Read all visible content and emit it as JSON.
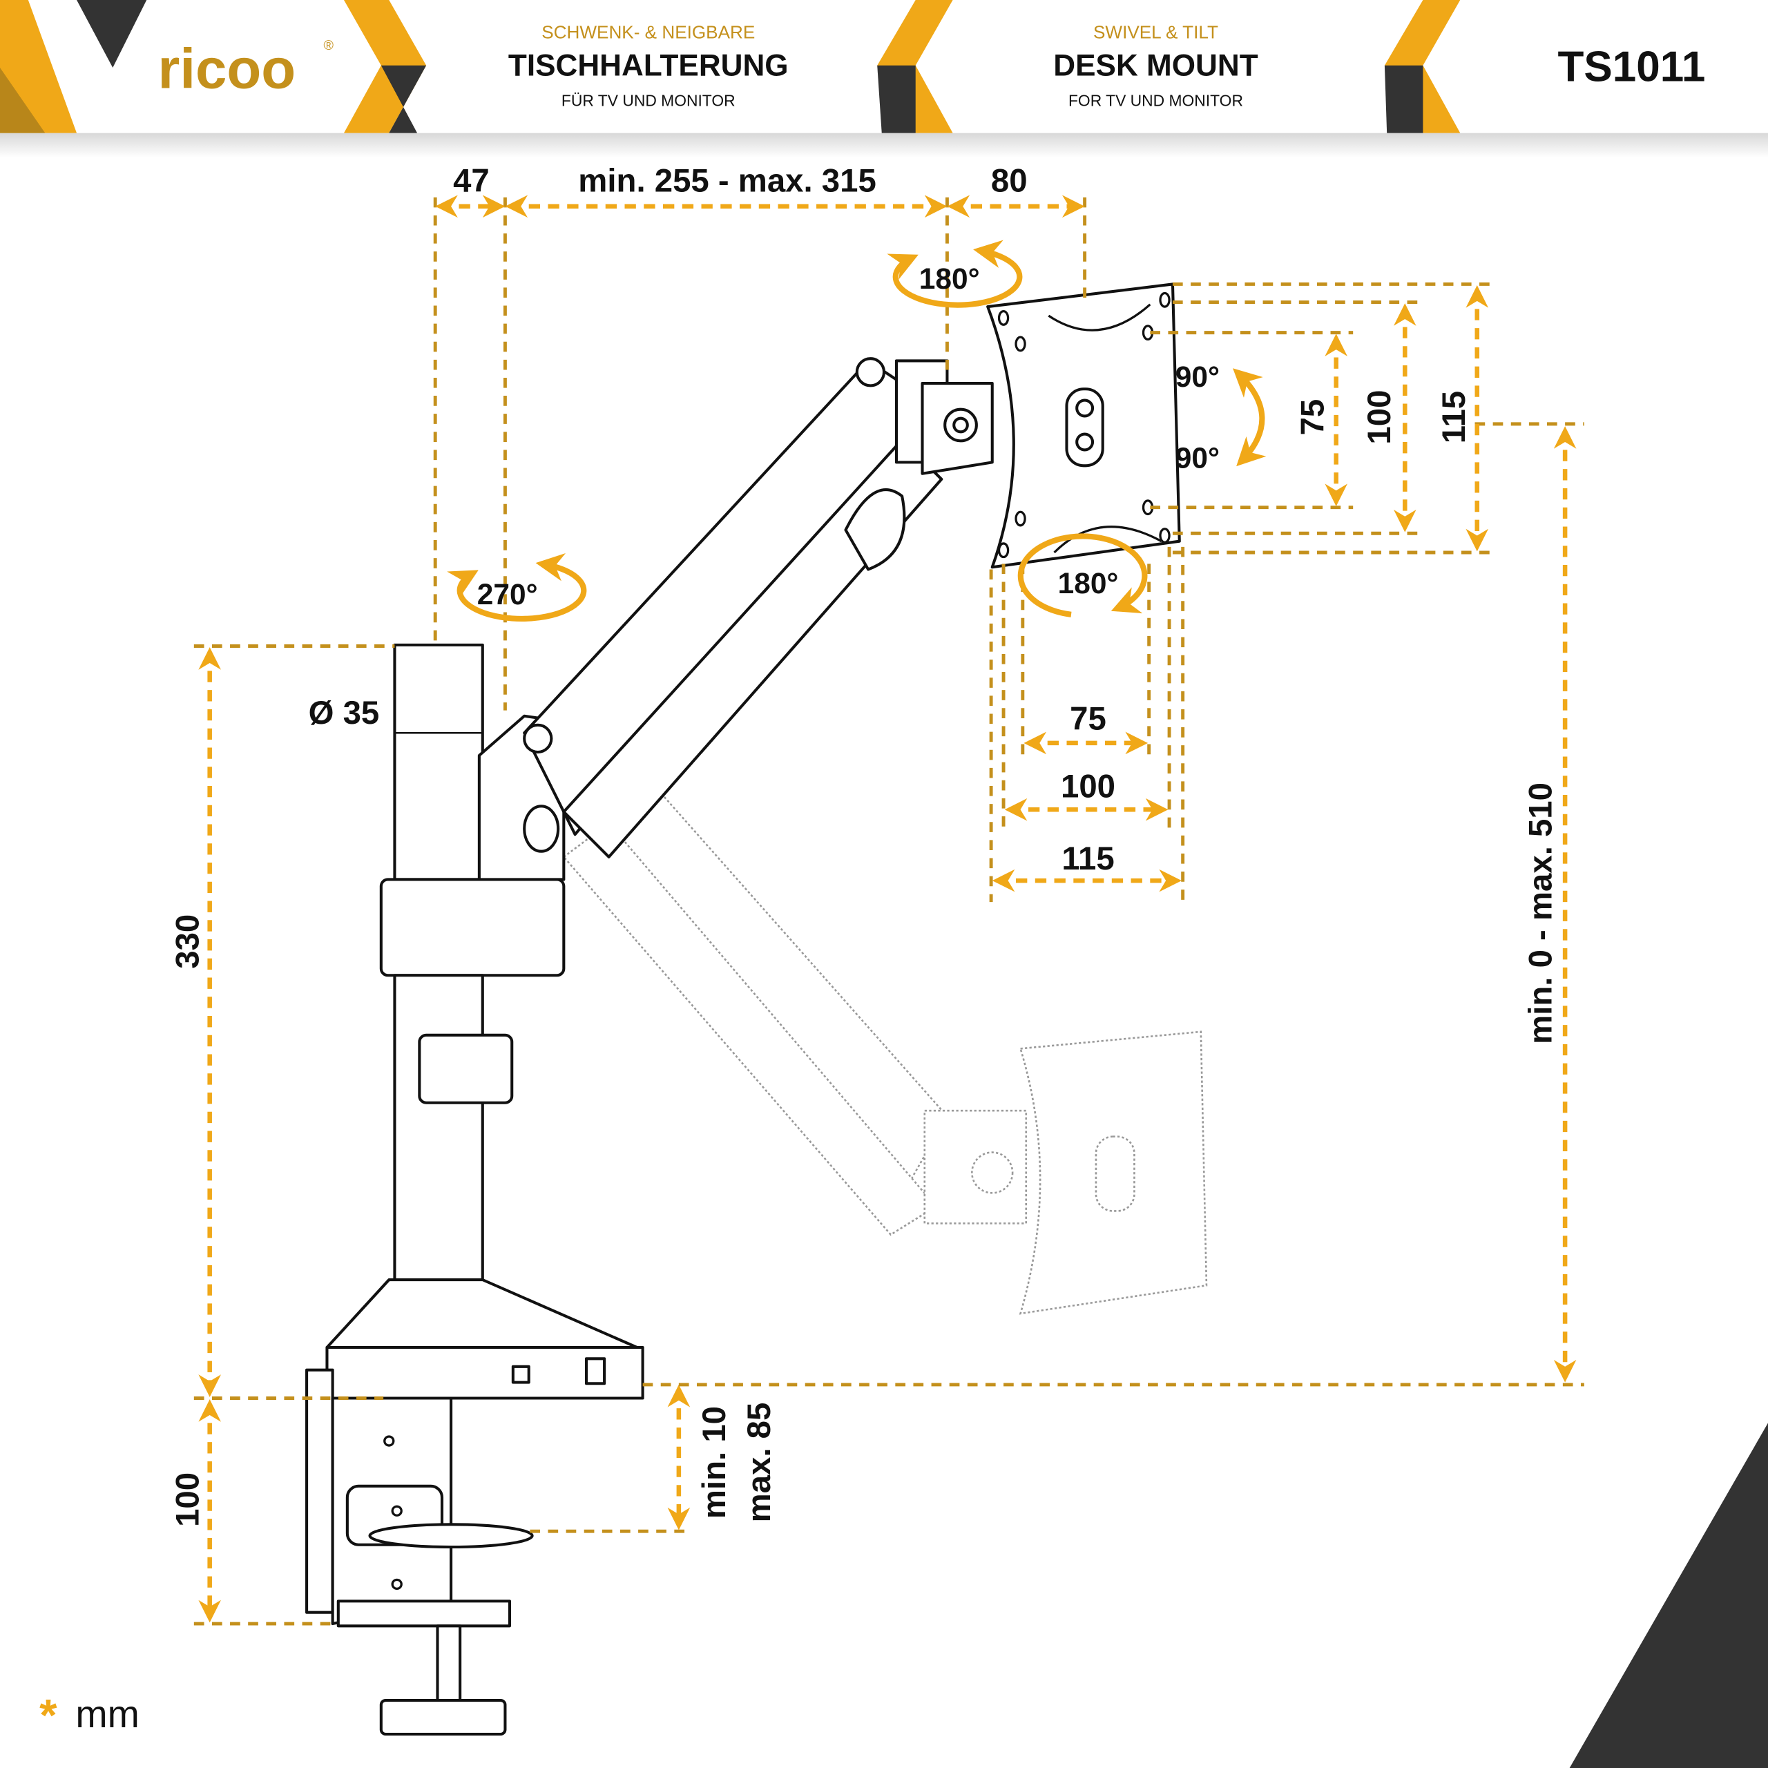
{
  "header": {
    "brand": "ricoo",
    "registered": "®",
    "de": {
      "kicker": "SCHWENK- & NEIGBARE",
      "title": "TISCHHALTERUNG",
      "subtitle": "FÜR TV UND MONITOR"
    },
    "en": {
      "kicker": "SWIVEL & TILT",
      "title": "DESK MOUNT",
      "subtitle": "FOR TV UND MONITOR"
    },
    "model": "TS1011"
  },
  "dimensions": {
    "offset_47": "47",
    "arm_length": "min. 255 - max. 315",
    "head_80": "80",
    "swivel_top": "180°",
    "swivel_base": "270°",
    "pole_diameter": "Ø 35",
    "pole_height": "330",
    "clamp_height": "100",
    "clamp_min": "min. 10",
    "clamp_max": "max. 85",
    "vesa_v_75": "75",
    "vesa_v_100": "100",
    "vesa_v_115": "115",
    "tilt_up": "90°",
    "tilt_down": "90°",
    "rotate": "180°",
    "vesa_h_75": "75",
    "vesa_h_100": "100",
    "vesa_h_115": "115",
    "height_range": "min. 0 - max. 510"
  },
  "unit": {
    "star": "*",
    "label": "mm"
  },
  "colors": {
    "accent": "#f0a818",
    "dark_accent": "#c4901c",
    "dark": "#333333"
  }
}
